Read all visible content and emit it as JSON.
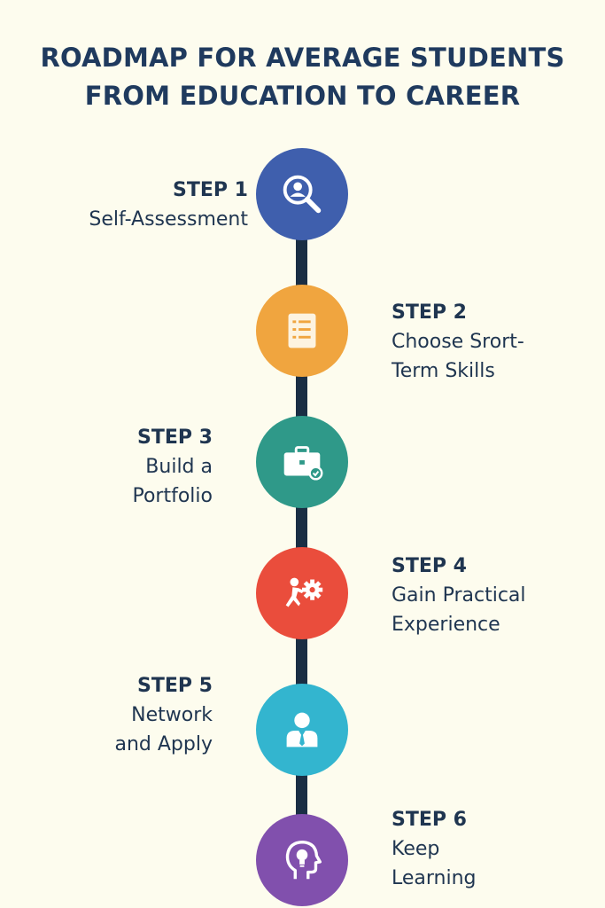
{
  "title": {
    "line1": "ROADMAP FOR AVERAGE STUDENTS",
    "line2": "FROM EDUCATION TO CAREER"
  },
  "colors": {
    "background": "#fdfcee",
    "spine": "#1a2e44",
    "text": "#1f3550"
  },
  "steps": [
    {
      "label": "STEP 1",
      "name_lines": [
        "Self-Assessment"
      ],
      "icon": "magnifier-person-icon",
      "color": "#3f5fad"
    },
    {
      "label": "STEP 2",
      "name_lines": [
        "Choose Srort-",
        "Term Skills"
      ],
      "icon": "checklist-icon",
      "color": "#f0a53f"
    },
    {
      "label": "STEP 3",
      "name_lines": [
        "Build a",
        "Portfolio"
      ],
      "icon": "briefcase-icon",
      "color": "#2f9989"
    },
    {
      "label": "STEP 4",
      "name_lines": [
        "Gain Practical",
        "Experience"
      ],
      "icon": "person-pushing-gear-icon",
      "color": "#ea4d3c"
    },
    {
      "label": "STEP 5",
      "name_lines": [
        "Network",
        "and Apply"
      ],
      "icon": "businessperson-icon",
      "color": "#33b5cf"
    },
    {
      "label": "STEP 6",
      "name_lines": [
        "Keep",
        "Learning"
      ],
      "icon": "head-lightbulb-icon",
      "color": "#8150ad"
    }
  ]
}
